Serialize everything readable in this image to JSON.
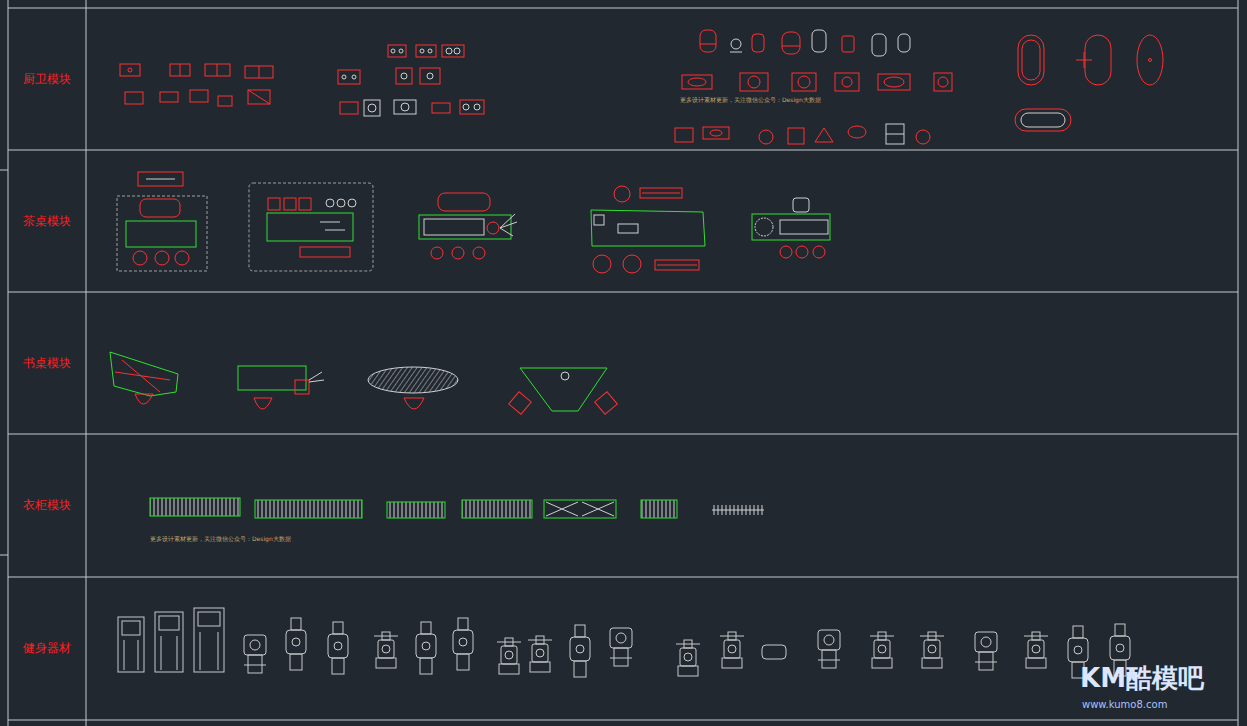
{
  "diagram": {
    "nodes": [
      {
        "text": [
          "厨卫模块"
        ]
      },
      {
        "text": [
          "茶桌模块"
        ]
      },
      {
        "text": [
          "书桌模块"
        ]
      },
      {
        "text": [
          "衣柜模块"
        ]
      },
      {
        "text": [
          "健身器材"
        ]
      }
    ],
    "labels": [
      "更多设计素材更新，关注微信公众号：Design大数据",
      "更多设计素材更新，关注微信公众号：Design大数据",
      "KM酷模吧",
      "www.kumo8.com"
    ]
  }
}
